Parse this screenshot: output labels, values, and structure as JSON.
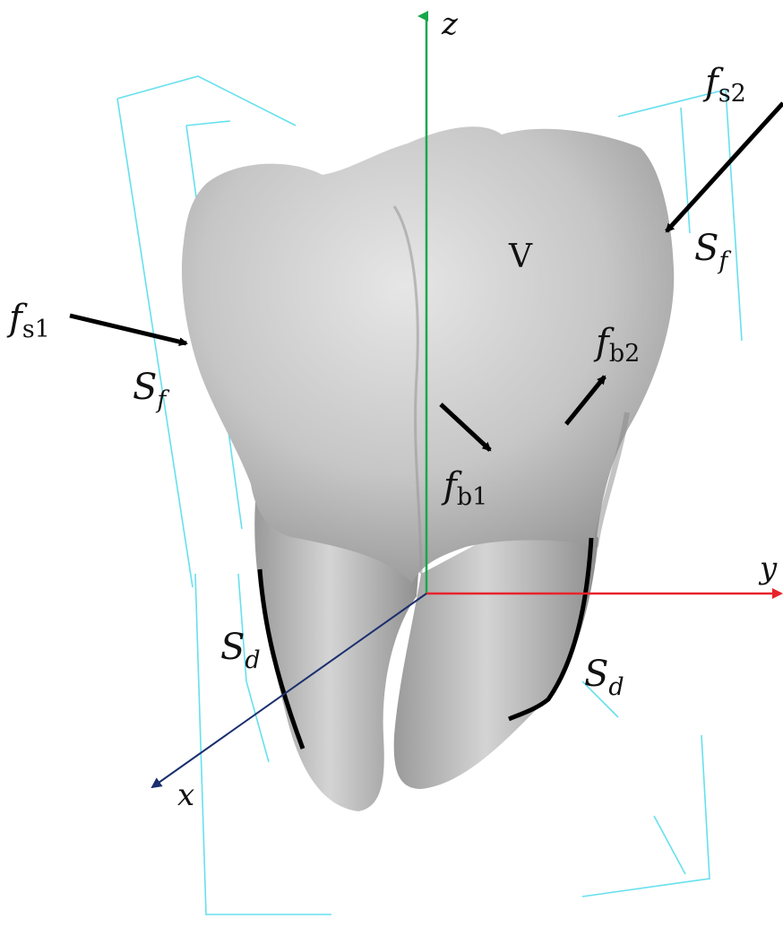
{
  "figure": {
    "axes": {
      "z": {
        "label": "z",
        "color": "#1aa74a"
      },
      "y": {
        "label": "y",
        "color": "#e8232a"
      },
      "x": {
        "label": "x",
        "color": "#1b2f6e"
      }
    },
    "volume_label": "V",
    "forces": {
      "fs1": {
        "main": "f",
        "sub": "s1"
      },
      "fs2": {
        "main": "f",
        "sub": "s2"
      },
      "fb1": {
        "main": "f",
        "sub": "b1"
      },
      "fb2": {
        "main": "f",
        "sub": "b2"
      }
    },
    "surfaces": {
      "sf_left": {
        "main": "S",
        "sub": "f"
      },
      "sf_right": {
        "main": "S",
        "sub": "f"
      },
      "sd_left": {
        "main": "S",
        "sub": "d"
      },
      "sd_right": {
        "main": "S",
        "sub": "d"
      }
    },
    "colors": {
      "tooth": "#c9c9c9",
      "tooth_shadow": "#8f8f8f",
      "bounding_box": "#66e0ee",
      "arrow": "#000000"
    }
  }
}
